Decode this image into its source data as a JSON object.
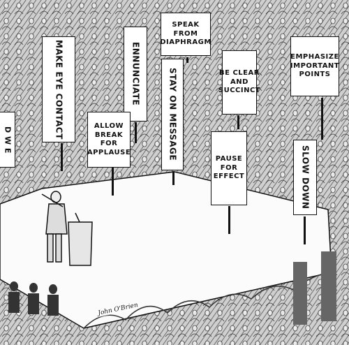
{
  "signs": {
    "eye_contact": "MAKE EYE CONTACT",
    "ennunciate": "ENNUNCIATE",
    "diaphragm": "SPEAK FROM DIAPHRAGM",
    "on_message": "STAY ON MESSAGE",
    "clear": "BE CLEAR AND SUCCINCT",
    "emphasize": "EMPHASIZE IMPORTANT POINTS",
    "applause": "ALLOW BREAK FOR APPLAUSE",
    "pause": "PAUSE FOR EFFECT",
    "slow": "SLOW DOWN",
    "partial_left": "D W E"
  },
  "signature": "John O'Brien",
  "colors": {
    "ink": "#111111",
    "paper": "#ffffff",
    "crowd": "#8a8a8a"
  }
}
